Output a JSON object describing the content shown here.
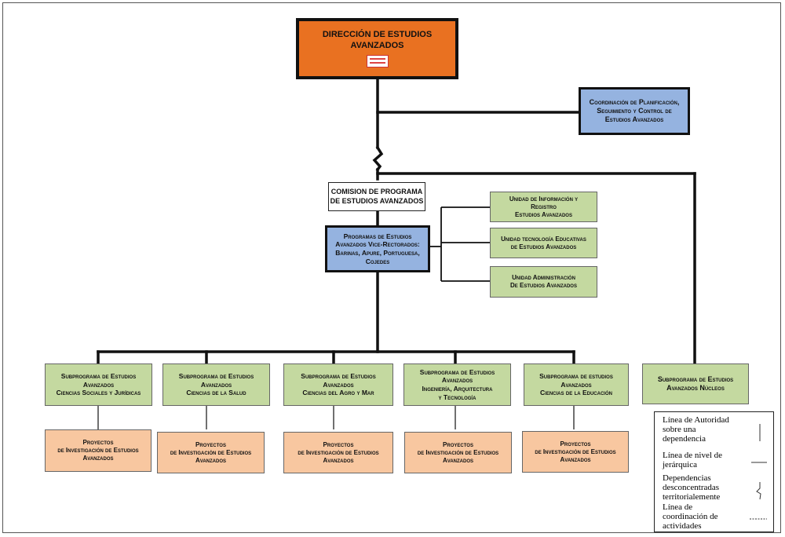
{
  "title_box": {
    "line1": "DIRECCIÓN DE ESTUDIOS",
    "line2": "AVANZADOS"
  },
  "coordination_box": {
    "line1": "Coordinación de Planificación,",
    "line2": "Seguimiento y Control de",
    "line3": "Estudios Avanzados"
  },
  "commission_box": {
    "line1": "COMISION DE PROGRAMA",
    "line2": "DE ESTUDIOS AVANZADOS"
  },
  "programs_box": {
    "line1": "Programas de Estudios",
    "line2": "Avanzados Vice-Rectorados:",
    "line3": "Barinas, Apure, Portuguesa,",
    "line4": "Cojedes"
  },
  "units": [
    {
      "line1": "Unidad de Información y",
      "line2": "Registro",
      "line3": "Estudios Avanzados"
    },
    {
      "line1": "Unidad tecnología Educativas",
      "line2": "de Estudios Avanzados"
    },
    {
      "line1": "Unidad Administración",
      "line2": "De Estudios Avanzados"
    }
  ],
  "subprograms": [
    {
      "line1": "Subprograma de Estudios",
      "line2": "Avanzados",
      "line3": "Ciencias Sociales y Jurídicas"
    },
    {
      "line1": "Subprograma de Estudios",
      "line2": "Avanzados",
      "line3": "Ciencias de la Salud"
    },
    {
      "line1": "Subprograma de Estudios",
      "line2": "Avanzados",
      "line3": "Ciencias del Agro y Mar"
    },
    {
      "line1": "Subprograma de Estudios",
      "line2": "Avanzados",
      "line3": "Ingeniería, Arquitectura",
      "line4": "y Tecnología"
    },
    {
      "line1": "Subprograma de estudios",
      "line2": "Avanzados",
      "line3": "Ciencias de la Educación"
    }
  ],
  "nucleos_box": {
    "line1": "Subprograma de Estudios",
    "line2": "Avanzados Núcleos"
  },
  "projects": [
    {
      "line1": "Proyectos",
      "line2": "de Investigación de Estudios",
      "line3": "Avanzados"
    },
    {
      "line1": "Proyectos",
      "line2": "de Investigación de Estudios",
      "line3": "Avanzados"
    },
    {
      "line1": "Proyectos",
      "line2": "de Investigación de Estudios",
      "line3": "Avanzados"
    },
    {
      "line1": "Proyectos",
      "line2": "de Investigación de Estudios",
      "line3": "Avanzados"
    },
    {
      "line1": "Proyectos",
      "line2": "de Investigación de Estudios",
      "line3": "Avanzados"
    }
  ],
  "legend": [
    {
      "text": "Línea de Autoridad sobre una dependencia",
      "symbol": "vertical-line"
    },
    {
      "text": "Línea de nivel de jerárquica",
      "symbol": "horizontal-line"
    },
    {
      "text": "Dependencias desconcentradas territorialemente",
      "symbol": "zigzag-line"
    },
    {
      "text": "Línea de coordinación de actividades",
      "symbol": "dotted-line"
    }
  ]
}
